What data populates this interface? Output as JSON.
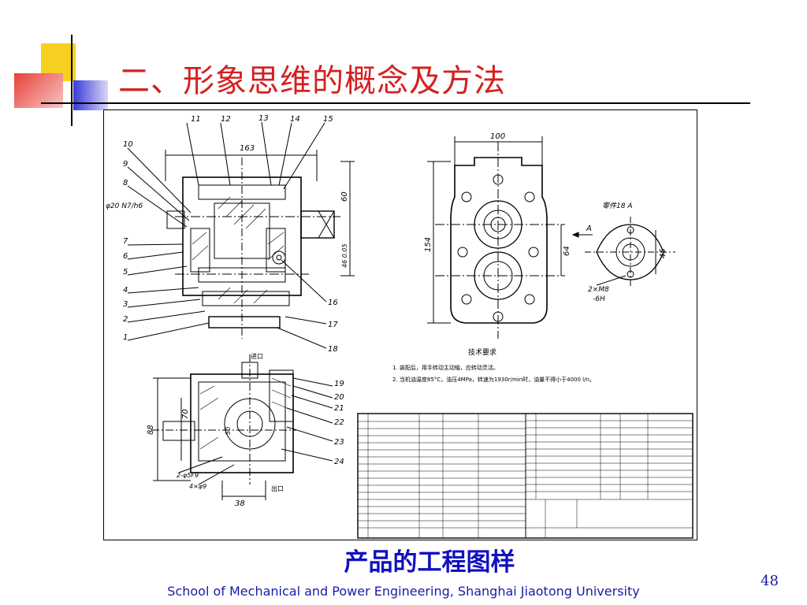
{
  "slide": {
    "title": "二、形象思维的概念及方法",
    "caption": "产品的工程图样",
    "footer": "School of Mechanical and Power Engineering,  Shanghai Jiaotong University",
    "page_number": "48"
  },
  "colors": {
    "title": "#d42020",
    "caption": "#1010c0",
    "footer": "#1a1aa8",
    "deco_yellow": "#f5d020",
    "deco_red": "#e8403a",
    "deco_blue": "#3a3ad8"
  },
  "drawing": {
    "dims": {
      "top_width": "163",
      "height_60": "60",
      "height_46": "46 0.05",
      "front_width": "100",
      "front_height": "154",
      "center_64": "64",
      "side_45": "45",
      "overall_88": "88",
      "dim_70": "70",
      "dim_38": "38",
      "dim_50": "50"
    },
    "fits": [
      "φ20 N7/h6"
    ],
    "callouts": [
      "1",
      "2",
      "3",
      "4",
      "5",
      "6",
      "7",
      "8",
      "9",
      "10",
      "11",
      "12",
      "13",
      "14",
      "15",
      "16",
      "17",
      "18",
      "19",
      "20",
      "21",
      "22",
      "23",
      "24"
    ],
    "view_labels": {
      "part_view": "零件18  A",
      "arrow_a": "A",
      "m8": "2×M8",
      "thread": "-6H",
      "inlet": "进口",
      "outlet": "出口",
      "holes": "2-φ5F9",
      "holes2": "4×φ9"
    },
    "tech_title": "技术要求",
    "tech_notes": [
      "1. 装配后，用手转动主动轴，应转动灵活。",
      "2. 当机油温度85°C，油压4MPa，转速为1930r/min时，油量不得小于4000 l/n。"
    ]
  }
}
